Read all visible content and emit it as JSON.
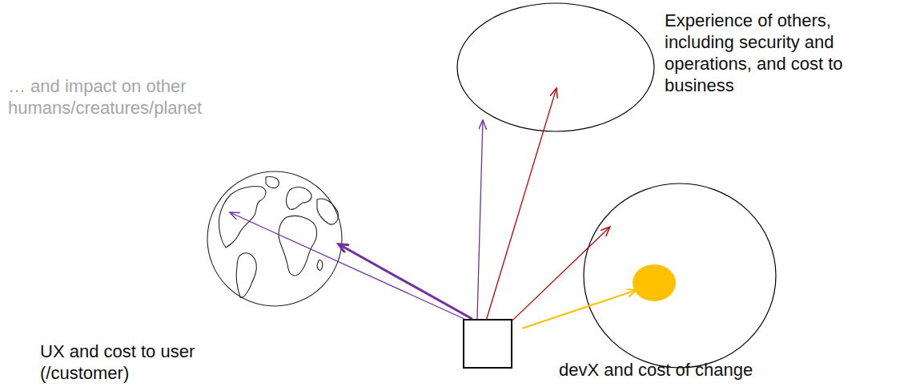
{
  "diagram": {
    "nodes": [
      {
        "text": []
      },
      {
        "text": [
          "… and impact on other humans/creatures/planet",
          "UX and cost to user (/customer)"
        ]
      },
      {
        "text": [
          "Experience of others, including security and operations, and cost to business"
        ]
      },
      {
        "text": [
          "devX and cost of change"
        ]
      },
      {
        "text": [],
        "in": 3
      }
    ],
    "edges": [
      {
        "from": 0,
        "to": 1,
        "arrow": "to"
      },
      {
        "from": 0,
        "to": 1,
        "arrow": "to"
      },
      {
        "from": 0,
        "to": 2,
        "arrow": "to"
      },
      {
        "from": 0,
        "to": 2,
        "arrow": "to"
      },
      {
        "from": 0,
        "to": 3,
        "arrow": "to"
      },
      {
        "from": 0,
        "to": 4,
        "arrow": "to"
      }
    ]
  }
}
